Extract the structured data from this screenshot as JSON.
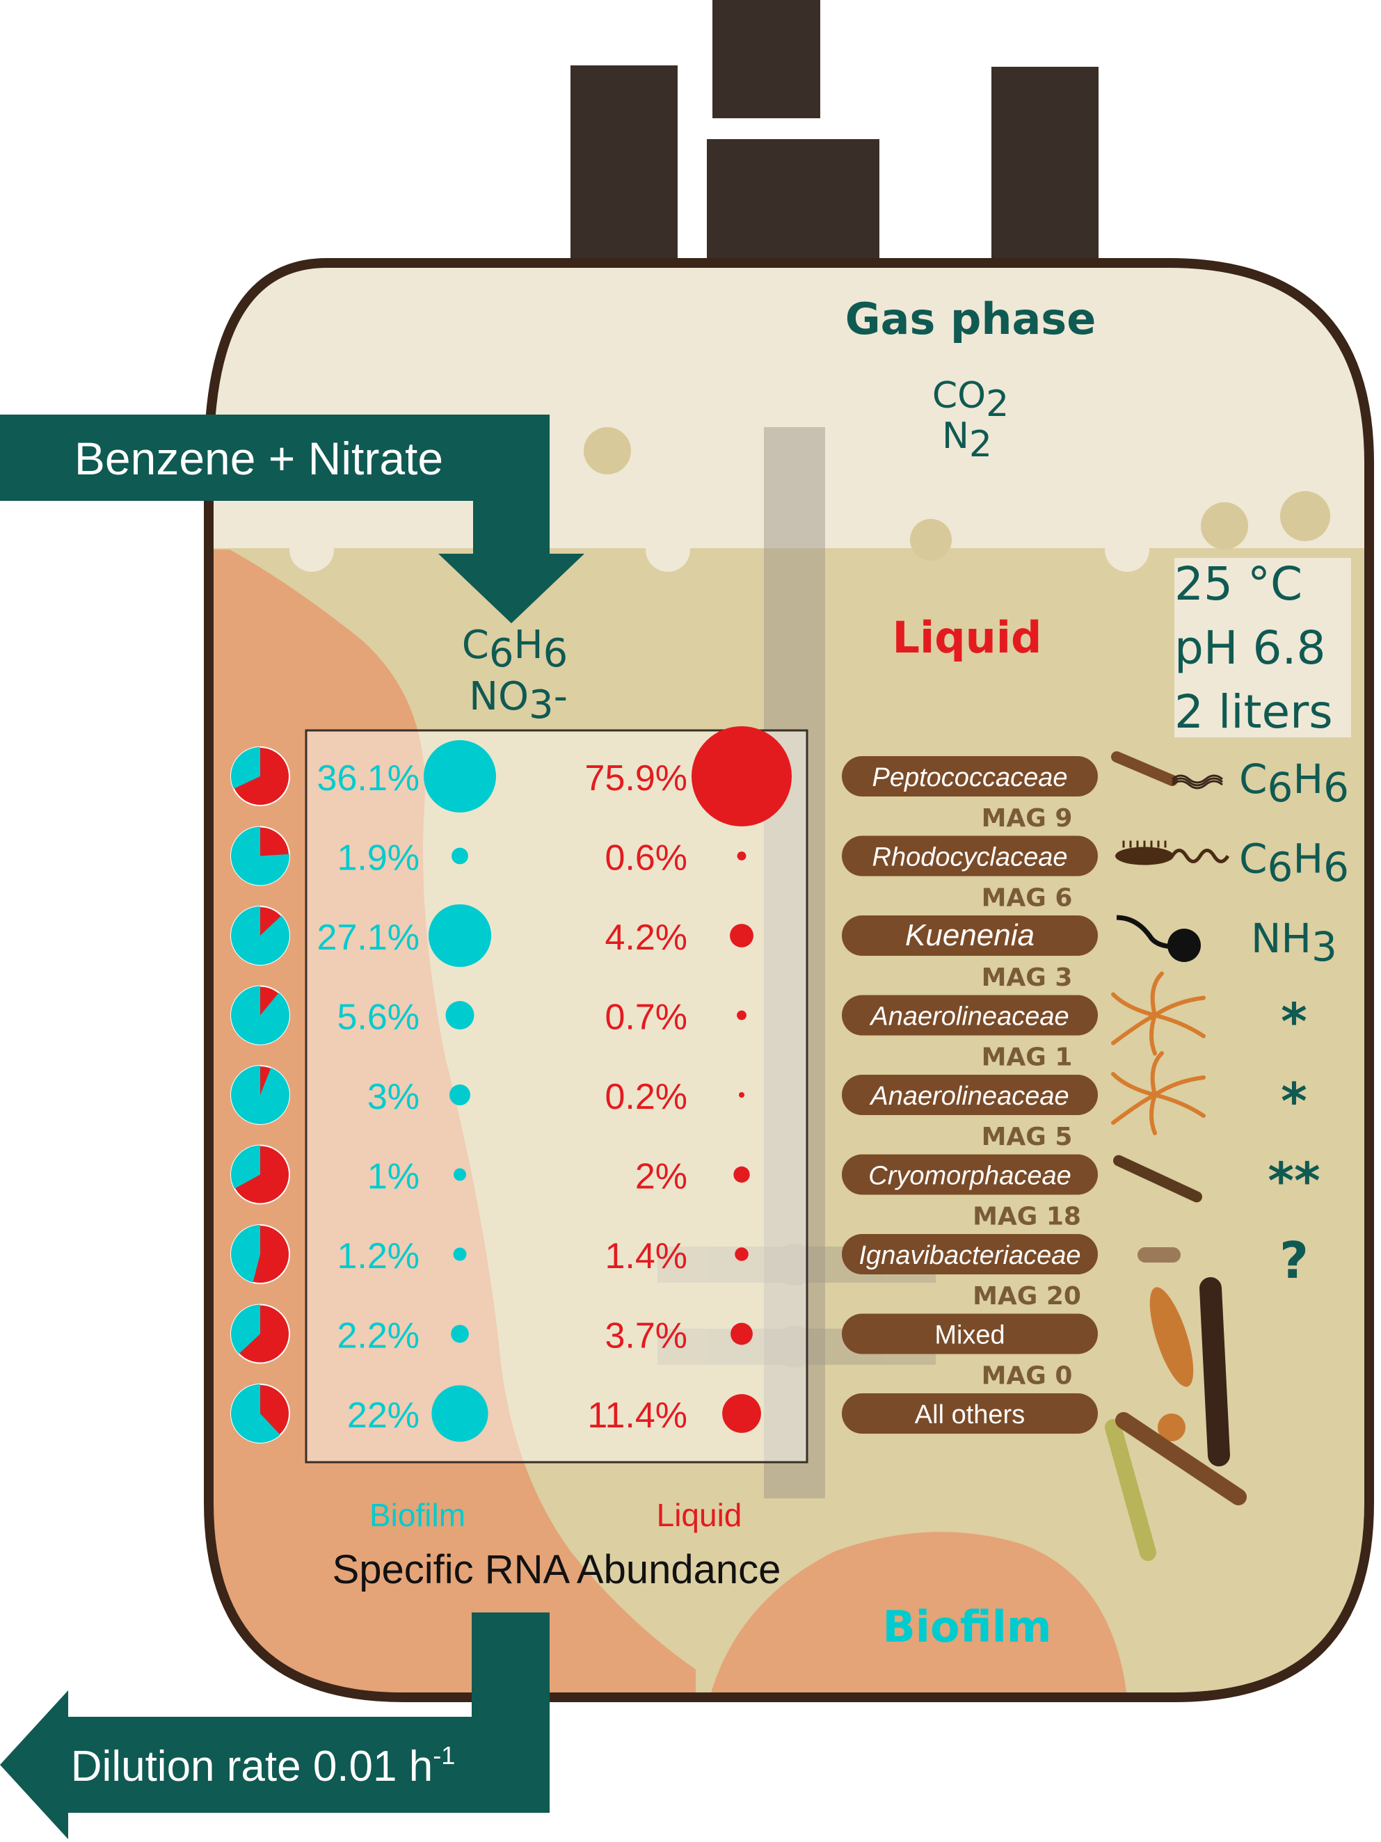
{
  "labels": {
    "gas_phase": "Gas phase",
    "liquid": "Liquid",
    "biofilm": "Biofilm",
    "gas_co2": [
      "CO",
      "2"
    ],
    "gas_n2": [
      "N",
      "2"
    ],
    "input_arrow": "Benzene + Nitrate",
    "output_arrow": "Dilution rate  0.01 h",
    "output_arrow_sup": "-1",
    "substrate_benzene": [
      "C",
      "6",
      "H",
      "6"
    ],
    "substrate_nitrate": [
      "NO",
      "3",
      "-"
    ],
    "conditions": [
      "25 °C",
      "pH 6.8",
      "2 liters"
    ],
    "col_biofilm": "Biofilm",
    "col_liquid": "Liquid",
    "panel_title": "Specific RNA Abundance"
  },
  "colors": {
    "teal_dark": "#0f5a52",
    "biofilm_cyan": "#00cbcf",
    "liquid_red": "#e31b1f",
    "reactor_wall": "#3a2518",
    "gas_bg": "#efe8d6",
    "liquid_bg": "#dccfa2",
    "biofilm_orange": "#e4a478",
    "taxon_pill": "#7a4b28",
    "mag_label": "#7a5b37"
  },
  "rows": [
    {
      "taxon": "Peptococcaceae",
      "italic": true,
      "mag": "MAG 9",
      "biofilm": "36.1%",
      "liquid": "75.9%",
      "biofilm_value": 36.1,
      "liquid_value": 75.9,
      "pie_biofilm_fraction": 0.32,
      "product": [
        "C",
        "6",
        "H",
        "6"
      ],
      "organism_icon": "flagellated-rod-icon"
    },
    {
      "taxon": "Rhodocyclaceae",
      "italic": true,
      "mag": "MAG 6",
      "biofilm": "1.9%",
      "liquid": "0.6%",
      "biofilm_value": 1.9,
      "liquid_value": 0.6,
      "pie_biofilm_fraction": 0.76,
      "product": [
        "C",
        "6",
        "H",
        "6"
      ],
      "organism_icon": "spirillum-icon"
    },
    {
      "taxon": "Kuenenia",
      "italic": true,
      "mag": "MAG 3",
      "biofilm": "27.1%",
      "liquid": "4.2%",
      "biofilm_value": 27.1,
      "liquid_value": 4.2,
      "pie_biofilm_fraction": 0.87,
      "product": [
        "NH",
        "3"
      ],
      "organism_icon": "coccus-tail-icon"
    },
    {
      "taxon": "Anaerolineaceae",
      "italic": true,
      "mag": "MAG 1",
      "biofilm": "5.6%",
      "liquid": "0.7%",
      "biofilm_value": 5.6,
      "liquid_value": 0.7,
      "pie_biofilm_fraction": 0.89,
      "product": [
        "*"
      ],
      "organism_icon": "filament-cluster-icon"
    },
    {
      "taxon": "Anaerolineaceae",
      "italic": true,
      "mag": "MAG 5",
      "biofilm": "3%",
      "liquid": "0.2%",
      "biofilm_value": 3,
      "liquid_value": 0.2,
      "pie_biofilm_fraction": 0.94,
      "product": [
        "*"
      ],
      "organism_icon": "filament-cluster-icon"
    },
    {
      "taxon": "Cryomorphaceae",
      "italic": true,
      "mag": "MAG 18",
      "biofilm": "1%",
      "liquid": "2%",
      "biofilm_value": 1,
      "liquid_value": 2,
      "pie_biofilm_fraction": 0.33,
      "product": [
        "**"
      ],
      "organism_icon": "rod-icon"
    },
    {
      "taxon": "Ignavibacteriaceae",
      "italic": true,
      "mag": "MAG  20",
      "biofilm": "1.2%",
      "liquid": "1.4%",
      "biofilm_value": 1.2,
      "liquid_value": 1.4,
      "pie_biofilm_fraction": 0.46,
      "product": [
        "?"
      ],
      "organism_icon": "short-rod-icon"
    },
    {
      "taxon": "Mixed",
      "italic": false,
      "mag": "MAG  0",
      "biofilm": "2.2%",
      "liquid": "3.7%",
      "biofilm_value": 2.2,
      "liquid_value": 3.7,
      "pie_biofilm_fraction": 0.37,
      "product": [],
      "organism_icon": "mixed-cells-icon"
    },
    {
      "taxon": "All others",
      "italic": false,
      "mag": "",
      "biofilm": "22%",
      "liquid": "11.4%",
      "biofilm_value": 22,
      "liquid_value": 11.4,
      "pie_biofilm_fraction": 0.62,
      "product": [],
      "organism_icon": "mixed-cells-icon"
    }
  ]
}
